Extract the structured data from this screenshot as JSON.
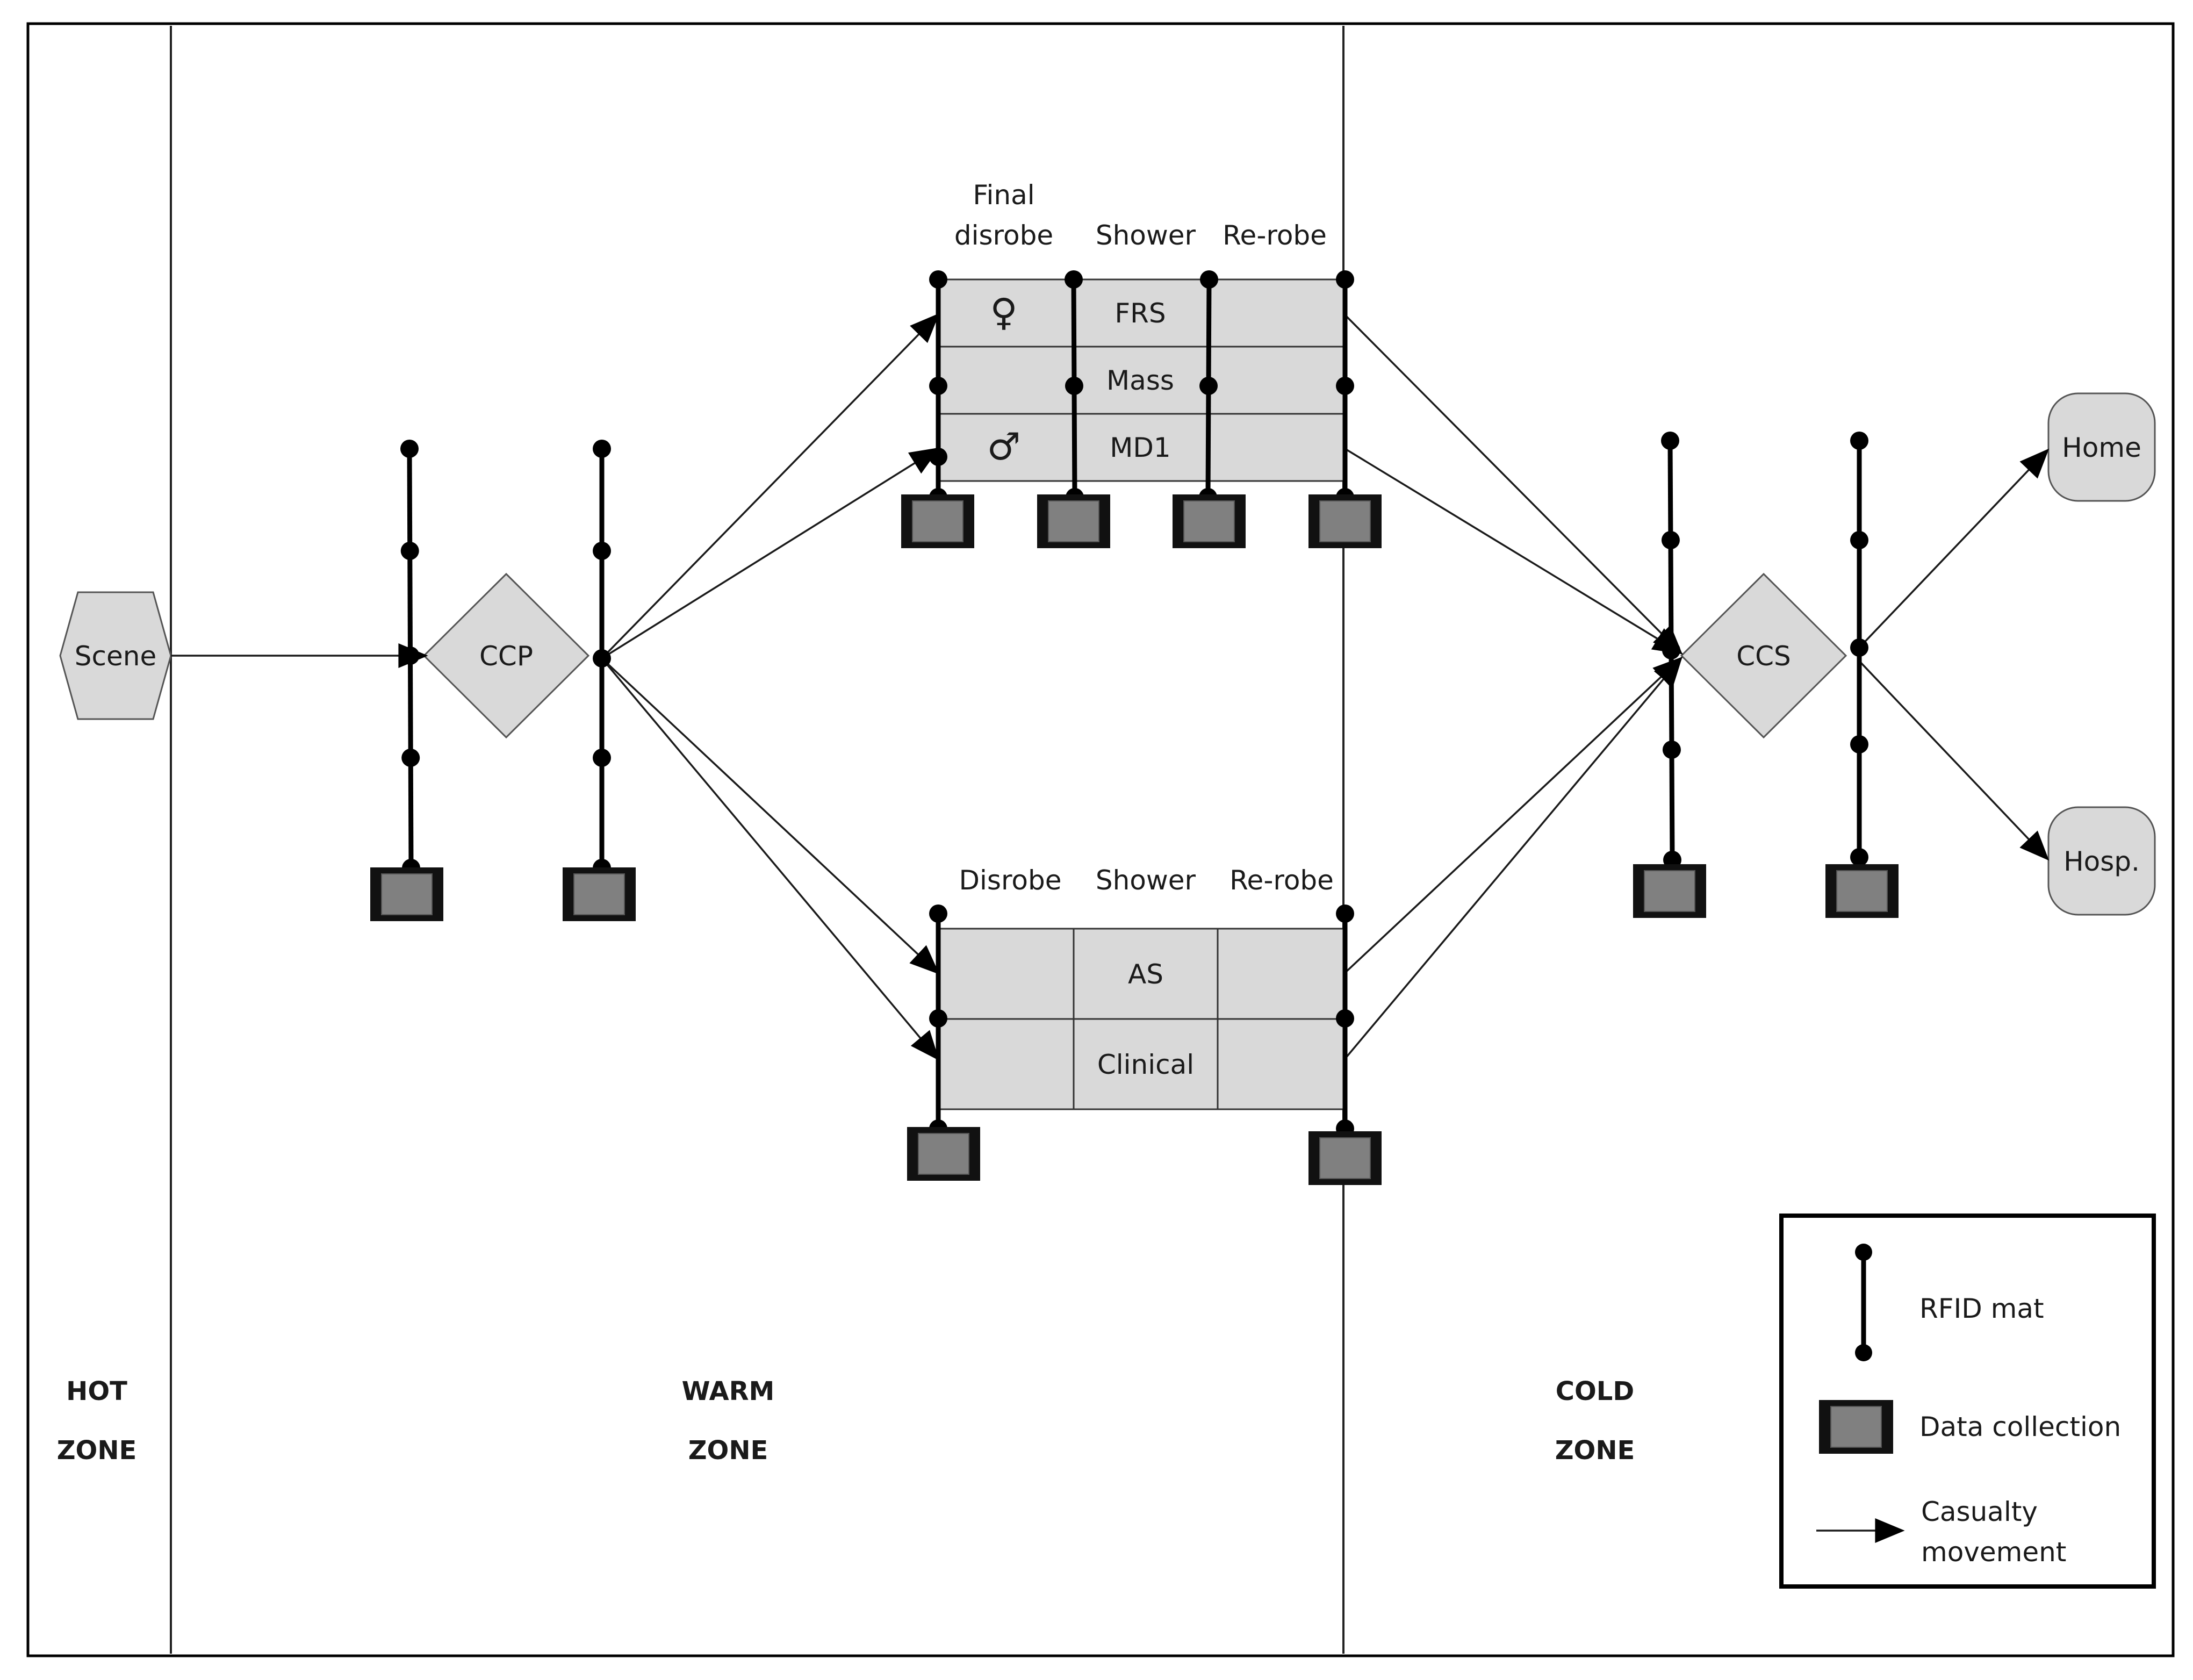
{
  "zones": {
    "hot": [
      "HOT",
      "ZONE"
    ],
    "warm": [
      "WARM",
      "ZONE"
    ],
    "cold": [
      "COLD",
      "ZONE"
    ]
  },
  "nodes": {
    "scene": "Scene",
    "ccp": "CCP",
    "ccs": "CCS",
    "home": "Home",
    "hosp": "Hosp."
  },
  "upper_unit": {
    "headers": [
      "Final",
      "disrobe",
      "Shower",
      "Re-robe"
    ],
    "rows": [
      "FRS",
      "Mass",
      "MD1"
    ],
    "female_symbol": "♀",
    "male_symbol": "♂"
  },
  "lower_unit": {
    "headers": [
      "Disrobe",
      "Shower",
      "Re-robe"
    ],
    "rows": [
      "AS",
      "Clinical"
    ]
  },
  "legend": {
    "rfid": "RFID mat",
    "data_collection": "Data collection",
    "casualty_movement": [
      "Casualty",
      "movement"
    ]
  }
}
